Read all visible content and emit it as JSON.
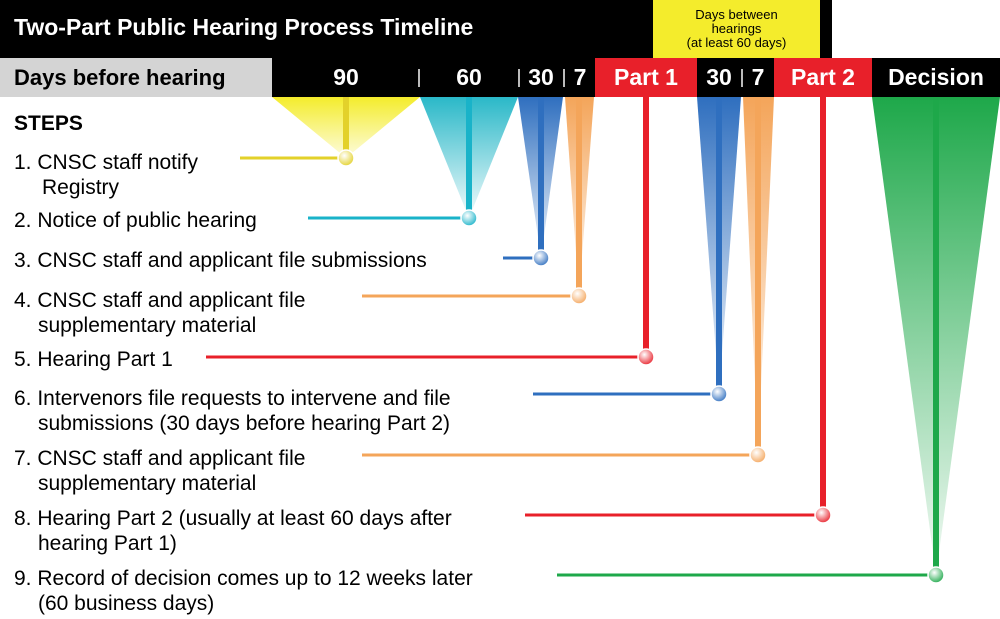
{
  "title": "Two-Part Public Hearing Process Timeline",
  "days_between": {
    "line1": "Days between",
    "line2": "hearings",
    "line3": "(at least 60 days)"
  },
  "header": {
    "label": "Days before hearing",
    "ticks": [
      "90",
      "60",
      "30",
      "7",
      "Part 1",
      "30",
      "7",
      "Part 2",
      "Decision"
    ]
  },
  "steps_title": "STEPS",
  "steps": [
    {
      "line1": "1. CNSC staff notify",
      "line2": "   Registry"
    },
    {
      "line1": "2. Notice of public hearing",
      "line2": ""
    },
    {
      "line1": "3. CNSC staff and applicant file submissions",
      "line2": ""
    },
    {
      "line1": "4. CNSC staff and applicant file",
      "line2": "   supplementary material"
    },
    {
      "line1": "5. Hearing Part 1",
      "line2": ""
    },
    {
      "line1": "6. Intervenors file requests to intervene and file",
      "line2": "   submissions (30 days before hearing Part 2)"
    },
    {
      "line1": "7. CNSC staff and applicant file",
      "line2": "   supplementary material"
    },
    {
      "line1": "8. Hearing Part 2 (usually at least 60 days after",
      "line2": "   hearing Part 1)"
    },
    {
      "line1": "9. Record of decision comes up to 12 weeks later",
      "line2": "   (60 business days)"
    }
  ],
  "colors": {
    "yellow": "#e3d12a",
    "teal": "#19b3c9",
    "blue": "#2f6fbf",
    "orange": "#f4a55a",
    "red": "#e8202a",
    "green": "#1ea84a"
  }
}
